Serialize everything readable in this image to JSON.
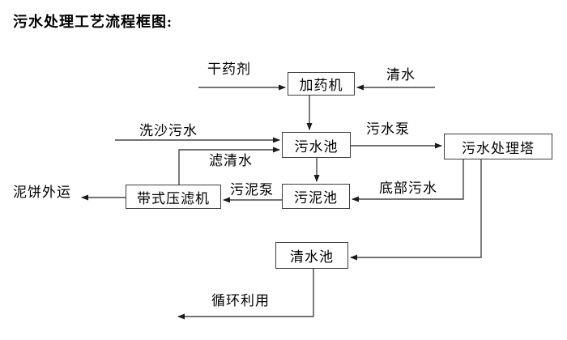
{
  "title": "污水处理工艺流程框图:",
  "nodes": {
    "dosing_machine": "加药机",
    "sewage_pool": "污水池",
    "treatment_tower": "污水处理塔",
    "sludge_pool": "污泥池",
    "belt_filter_press": "带式压滤机",
    "clean_water_pool": "清水池"
  },
  "edge_labels": {
    "dry_chemical": "干药剂",
    "clean_water": "清水",
    "sand_washing_sewage": "洗沙污水",
    "filtered_water": "滤清水",
    "sewage_pump": "污水泵",
    "bottom_sewage": "底部污水",
    "sludge_pump": "污泥泵",
    "mud_cake_out": "泥饼外运",
    "recycle_use": "循环利用"
  },
  "colors": {
    "background": "#ffffff",
    "line": "#454545",
    "arrowhead": "#1a1a1a",
    "text": "#000000",
    "box_border": "#3d3d3d"
  }
}
